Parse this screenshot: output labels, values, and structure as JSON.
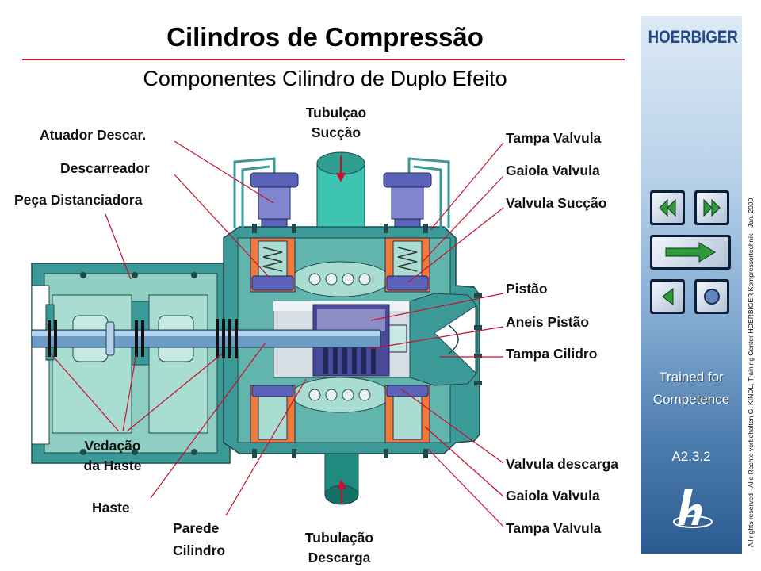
{
  "title": "Cilindros de Compressão",
  "subtitle": "Componentes Cilindro de Duplo Efeito",
  "labels": {
    "atuador": "Atuador Descar.",
    "descarreador": "Descarreador",
    "peca": "Peça Distanciadora",
    "tubulacao_succao_1": "Tubulçao",
    "tubulacao_succao_2": "Sucção",
    "tampa_valvula_top": "Tampa Valvula",
    "gaiola_valvula_top": "Gaiola Valvula",
    "valvula_succao": "Valvula Sucção",
    "pistao": "Pistão",
    "aneis_pistao": "Aneis Pistão",
    "tampa_cilindro": "Tampa Cilidro",
    "vedacao_1": "Vedação",
    "vedacao_2": "da Haste",
    "haste": "Haste",
    "parede_1": "Parede",
    "parede_2": "Cilindro",
    "tubulacao_descarga_1": "Tubulação",
    "tubulacao_descarga_2": "Descarga",
    "valvula_descarga": "Valvula descarga",
    "gaiola_valvula_bottom": "Gaiola Valvula",
    "tampa_valvula_bottom": "Tampa Valvula"
  },
  "sidebar": {
    "brand": "HOERBIGER",
    "trained_1": "Trained for",
    "trained_2": "Competence",
    "code": "A2.3.2",
    "copyright": "All rights reserved - Alle Rechte vorbehalten G. KINDL, Training Center HOERBIGER Kompressortechnik - Jan. 2000"
  },
  "icons": {
    "nav_first": "double-left-arrow-icon",
    "nav_last": "double-right-arrow-icon",
    "nav_next": "right-arrow-icon",
    "nav_prev": "left-arrow-icon",
    "nav_home": "circle-icon",
    "logo": "hoerbiger-h-logo-icon"
  },
  "colors": {
    "accent_rule": "#c8102e",
    "leader": "#c8102e",
    "teal_body": "#3b9a97",
    "teal_light": "#9fd6cc",
    "valve_orange": "#f07a3a",
    "valve_blue": "#5b63b8",
    "piston": "#4b4a9a",
    "rod": "#6c9cc6"
  }
}
